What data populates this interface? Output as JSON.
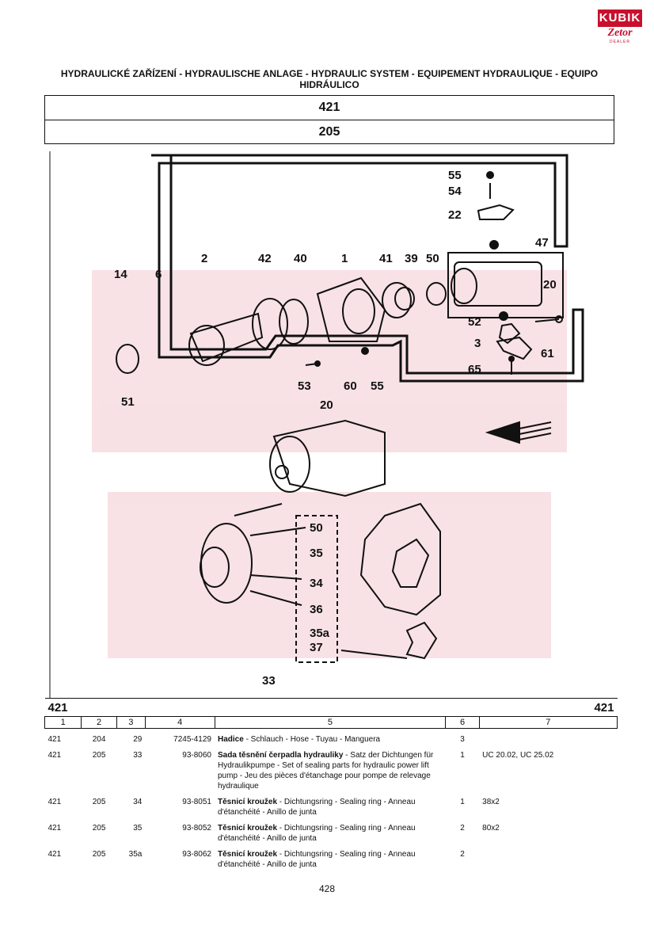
{
  "logo": {
    "top": "KUBIK",
    "mid": "Zetor",
    "bottom": "DEALER"
  },
  "title": "HYDRAULICKÉ ZAŘÍZENÍ - HYDRAULISCHE ANLAGE - HYDRAULIC SYSTEM - EQUIPEMENT HYDRAULIQUE - EQUIPO HIDRÁULICO",
  "group_code": "421",
  "subgroup_code": "205",
  "diagram_labels": {
    "l55a": "55",
    "l54": "54",
    "l22": "22",
    "l47": "47",
    "l14": "14",
    "l6": "6",
    "l2": "2",
    "l42": "42",
    "l40": "40",
    "l1": "1",
    "l41": "41",
    "l39": "39",
    "l50a": "50",
    "l20a": "20",
    "l52": "52",
    "l3": "3",
    "l61": "61",
    "l65": "65",
    "l51": "51",
    "l53": "53",
    "l60": "60",
    "l55b": "55",
    "l20b": "20",
    "l50b": "50",
    "l35": "35",
    "l34": "34",
    "l36": "36",
    "l35a": "35a",
    "l37": "37",
    "l33": "33"
  },
  "table": {
    "group_left": "421",
    "group_right": "421",
    "columns": [
      "1",
      "2",
      "3",
      "4",
      "5",
      "6",
      "7"
    ],
    "rows": [
      {
        "c1": "421",
        "c2": "204",
        "c3": "29",
        "c4": "7245-4129",
        "name": "Hadice",
        "desc": " - Schlauch - Hose - Tuyau - Manguera",
        "qty": "3",
        "note": ""
      },
      {
        "c1": "421",
        "c2": "205",
        "c3": "33",
        "c4": "93-8060",
        "name": "Sada těsnění čerpadla hydrauliky",
        "desc": " - Satz der Dichtungen für Hydraulikpumpe - Set of sealing parts for hydraulic power lift pump - Jeu des pièces d'étanchage pour pompe de relevage hydraulique",
        "qty": "1",
        "note": "UC 20.02, UC 25.02"
      },
      {
        "c1": "421",
        "c2": "205",
        "c3": "34",
        "c4": "93-8051",
        "name": "Těsnicí kroužek",
        "desc": " - Dichtungsring - Sealing ring - Anneau d'étanchéité - Anillo de junta",
        "qty": "1",
        "note": "38x2"
      },
      {
        "c1": "421",
        "c2": "205",
        "c3": "35",
        "c4": "93-8052",
        "name": "Těsnicí kroužek",
        "desc": " - Dichtungsring - Sealing ring - Anneau d'étanchéité - Anillo de junta",
        "qty": "2",
        "note": "80x2"
      },
      {
        "c1": "421",
        "c2": "205",
        "c3": "35a",
        "c4": "93-8062",
        "name": "Těsnicí kroužek",
        "desc": " - Dichtungsring - Sealing ring - Anneau d'étanchéité - Anillo de junta",
        "qty": "2",
        "note": ""
      }
    ]
  },
  "page_number": "428"
}
